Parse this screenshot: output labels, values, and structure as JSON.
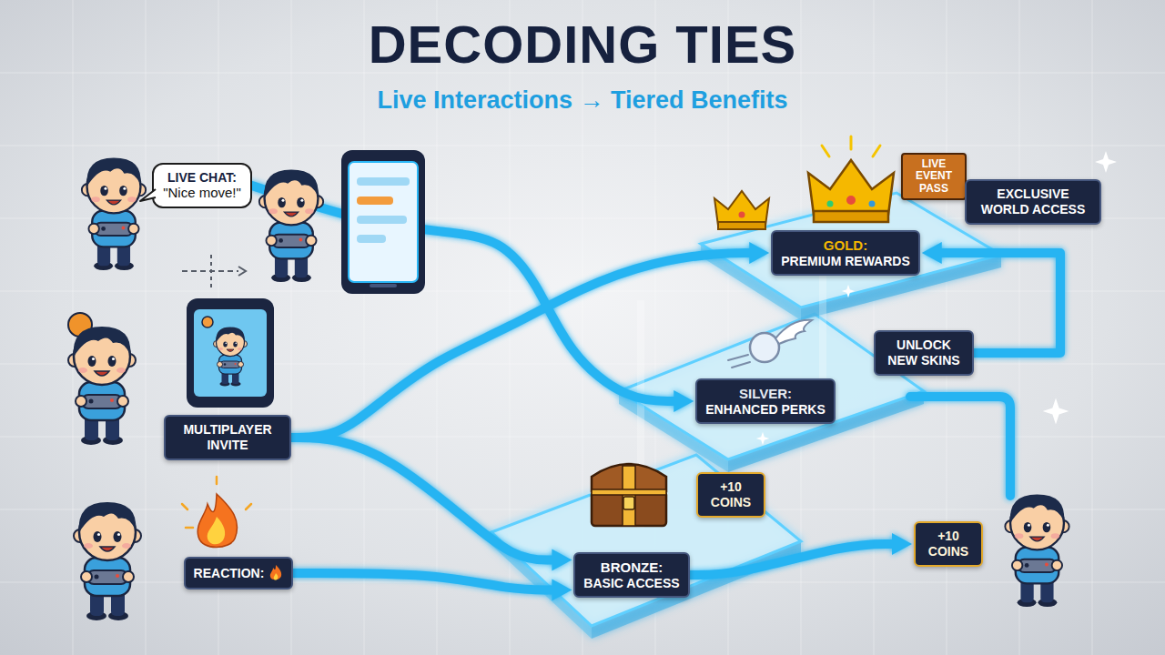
{
  "diagram": {
    "title": "DECODING TIES",
    "nodes": [
      {
        "text": [
          "LIVE CHAT:",
          "\"Nice move!\""
        ]
      },
      {
        "text": [
          "MULTIPLAYER INVITE"
        ]
      },
      {
        "text": [
          "REACTION:"
        ]
      },
      {
        "text": [
          "GOLD:",
          "PREMIUM REWARDS"
        ]
      },
      {
        "text": [
          "SILVER:",
          "ENHANCED PERKS"
        ]
      },
      {
        "text": [
          "BRONZE:",
          "BASIC ACCESS"
        ]
      },
      {
        "text": [
          "LIVE EVENT PASS"
        ]
      },
      {
        "text": [
          "EXCLUSIVE WORLD ACCESS"
        ]
      },
      {
        "text": [
          "UNLOCK NEW SKINS"
        ]
      },
      {
        "text": [
          "+10 COINS"
        ]
      },
      {
        "text": [
          "+10 COINS"
        ]
      }
    ],
    "edges": [
      {
        "from": 0,
        "to": 4,
        "arrow": "to"
      },
      {
        "from": 1,
        "to": 3,
        "arrow": "to"
      },
      {
        "from": 1,
        "to": 5,
        "arrow": "to"
      },
      {
        "from": 2,
        "to": 5,
        "arrow": "to"
      },
      {
        "from": 5,
        "to": 10,
        "arrow": "to"
      },
      {
        "from": 8,
        "to": 3,
        "arrow": "to"
      }
    ],
    "labels": [
      "Live Interactions → Tiered Benefits"
    ]
  }
}
